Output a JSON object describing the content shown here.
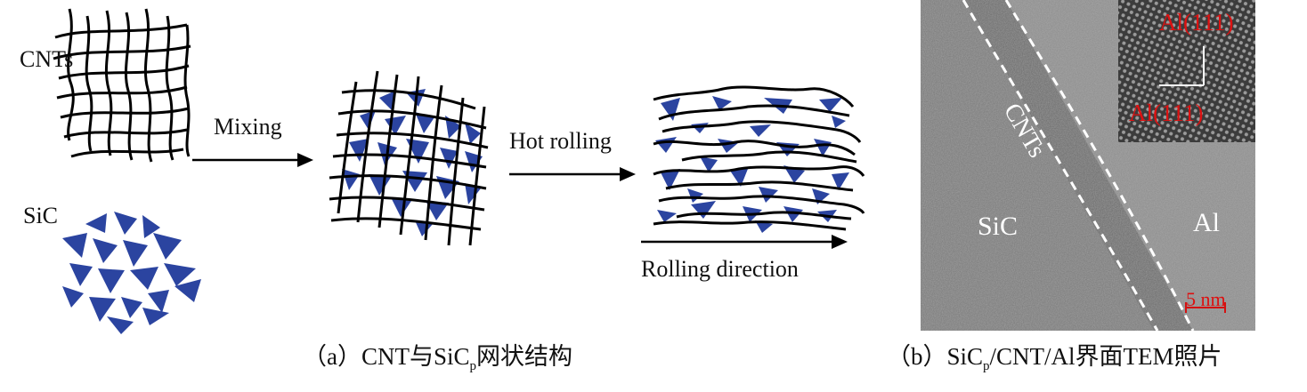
{
  "panel_a": {
    "cnts_label": "CNTs",
    "sic_label": "SiC",
    "mixing_label": "Mixing",
    "hot_rolling_label": "Hot rolling",
    "rolling_direction_label": "Rolling direction",
    "caption_prefix": "（a）CNT与SiC",
    "caption_sub": "p",
    "caption_suffix": "网状结构"
  },
  "panel_b": {
    "sic_label": "SiC",
    "cnts_label": "CNTs",
    "al_label": "Al",
    "plane1_label": "Al(111)",
    "plane2_label": "Al(111)",
    "scale_label": "5 nm",
    "caption_prefix": "（b）SiC",
    "caption_sub": "p",
    "caption_suffix": "/CNT/Al界面TEM照片"
  },
  "colors": {
    "particle": "#2b44a0",
    "line": "#000000",
    "tem_background": "#7d7d7d",
    "annotation_red": "#d41111"
  }
}
